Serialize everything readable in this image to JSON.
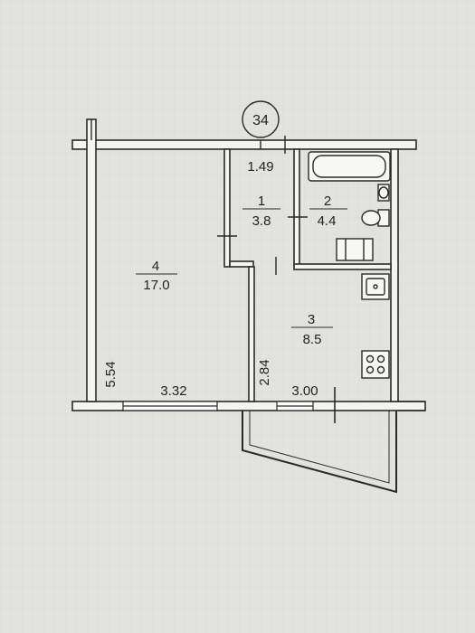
{
  "plan": {
    "apartment_number": "34",
    "rooms": [
      {
        "number": "1",
        "area": "3.8"
      },
      {
        "number": "2",
        "area": "4.4"
      },
      {
        "number": "3",
        "area": "8.5"
      },
      {
        "number": "4",
        "area": "17.0"
      }
    ],
    "dimensions": {
      "corridor_width": "1.49",
      "room4_width": "3.32",
      "kitchen_width": "3.00",
      "room4_height": "5.54",
      "kitchen_height": "2.84"
    }
  }
}
